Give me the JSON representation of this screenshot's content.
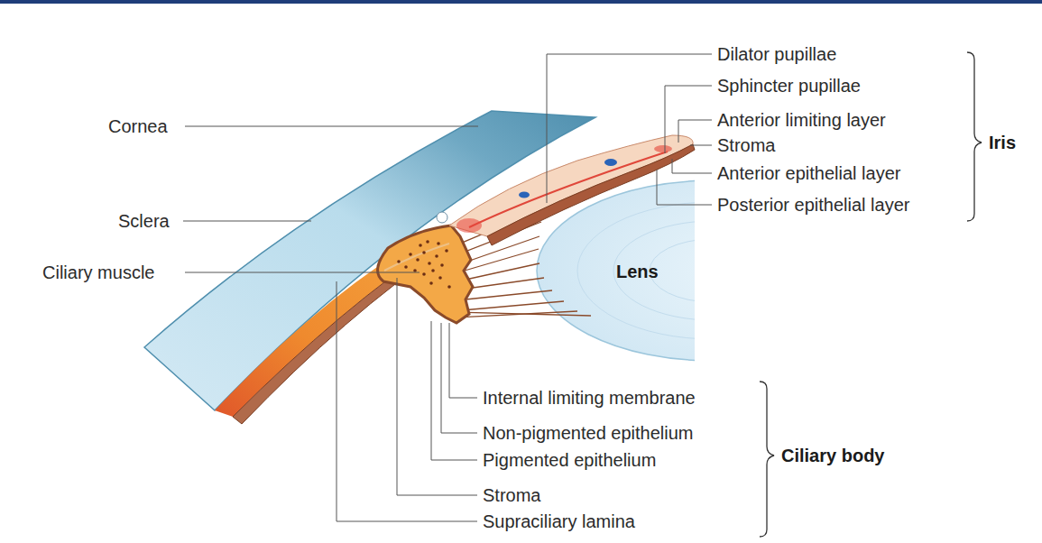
{
  "diagram": {
    "labels": [
      "Cornea",
      "Sclera",
      "Ciliary muscle",
      "Lens",
      "Dilator pupillae",
      "Sphincter pupillae",
      "Anterior limiting layer",
      "Stroma",
      "Anterior epithelial layer",
      "Posterior epithelial layer",
      "Iris",
      "Internal limiting membrane",
      "Non-pigmented epithelium",
      "Pigmented epithelium",
      "Stroma",
      "Supraciliary lamina",
      "Ciliary body"
    ]
  }
}
